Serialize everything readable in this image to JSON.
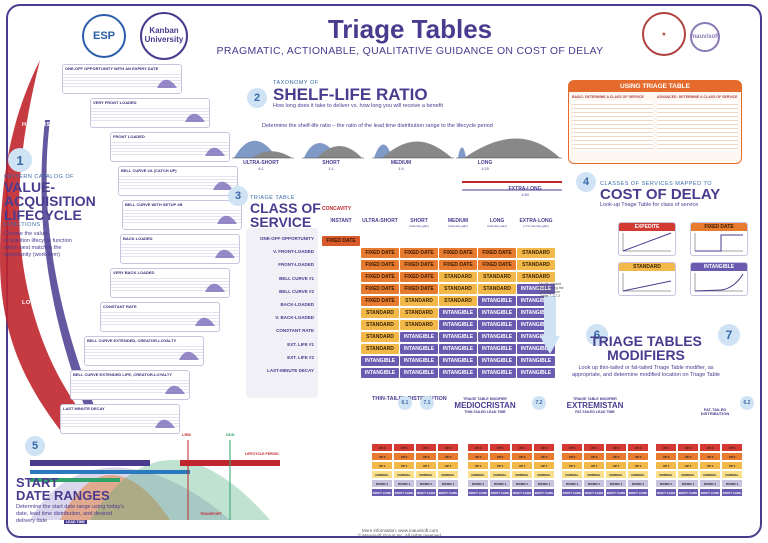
{
  "header": {
    "title": "Triage Tables",
    "subtitle": "PRAGMATIC, ACTIONABLE, QUALITATIVE GUIDANCE ON COST OF DELAY",
    "logo_esp": "ESP",
    "logo_kanban_line1": "Kanban",
    "logo_kanban_line2": "University",
    "logo_mauvi": "mauvisoft"
  },
  "section1": {
    "number": "1",
    "label": "PATTERN CATALOG OF",
    "title_line1": "VALUE-",
    "title_line2": "ACQUISITION",
    "title_line3": "LIFECYCLE",
    "title_sub": "FUNCTIONS",
    "desc": "Choose the value-acquisition lifecycle function which best matches the opportunity (work item)",
    "high_risk": "HIGH RISK",
    "low_risk": "LOW RISK",
    "patterns": [
      {
        "title": "ONE-OFF OPPORTUNITY WITH AN EXPIRY DATE"
      },
      {
        "title": "VERY FRONT LOADED"
      },
      {
        "title": "FRONT LOADED"
      },
      {
        "title": "BELL CURVE #A (CATCH UP)"
      },
      {
        "title": "BELL CURVE WITH SETUP #B"
      },
      {
        "title": "BACK LOADED"
      },
      {
        "title": "VERY BACK LOADED"
      },
      {
        "title": "CONSTANT RATE"
      },
      {
        "title": "BELL CURVE EXTENDED, CREATOR-LOYALTY"
      },
      {
        "title": "BELL CURVE EXTENDED LIFE, CREATOR-LOYALTY"
      },
      {
        "title": "LAST MINUTE DECAY"
      }
    ]
  },
  "section2": {
    "number": "2",
    "label": "TAXONOMY OF",
    "title": "SHELF-LIFE RATIO",
    "desc": "How long does it take to deliver vs. how long you will receive a benefit",
    "instruction": "Determine the shelf-life ratio – the ratio of the lead time distribution range to the lifecycle period",
    "ratios": [
      {
        "name": "ULTRA-SHORT",
        "value": "4:1"
      },
      {
        "name": "SHORT",
        "value": "1:1"
      },
      {
        "name": "MEDIUM",
        "value": "1:4"
      },
      {
        "name": "LONG",
        "value": "1:25"
      },
      {
        "name": "EXTRA-LONG",
        "value": "1:50"
      }
    ]
  },
  "section3": {
    "number": "3",
    "label": "TRIAGE TABLE",
    "title_line1": "CLASS OF",
    "title_line2": "SERVICE",
    "items": [
      "ONE-OFF OPPORTUNITY",
      "V. FRONT-LOADED",
      "FRONT-LOADED",
      "BELL CURVE #1",
      "BELL CURVE #2",
      "BACK-LOADED",
      "V. BACK-LOADED",
      "CONSTANT RATE",
      "EXT. LIFE #1",
      "EXT. LIFE #2",
      "LAST-MINUTE DECAY"
    ]
  },
  "grid": {
    "corner_label": "CONCAVITY",
    "headers": [
      "INSTANT",
      "ULTRA-SHORT",
      "SHORT",
      "MEDIUM",
      "LONG",
      "EXTRA-LONG"
    ],
    "header_notes": [
      "",
      "",
      "(Intensity gain)",
      "(Intensity gain)",
      "(Intensity gain)",
      "(>7X intensity gain)"
    ],
    "rows": [
      [
        "FIXED DATE",
        "",
        "",
        "",
        "",
        ""
      ],
      [
        "",
        "FIXED DATE",
        "FIXED DATE",
        "FIXED DATE",
        "FIXED DATE",
        "STANDARD"
      ],
      [
        "",
        "FIXED DATE",
        "FIXED DATE",
        "FIXED DATE",
        "FIXED DATE",
        "STANDARD"
      ],
      [
        "",
        "FIXED DATE",
        "FIXED DATE",
        "STANDARD",
        "STANDARD",
        "STANDARD"
      ],
      [
        "",
        "FIXED DATE",
        "FIXED DATE",
        "STANDARD",
        "STANDARD",
        "INTANGIBLE"
      ],
      [
        "",
        "FIXED DATE",
        "STANDARD",
        "STANDARD",
        "INTANGIBLE",
        "INTANGIBLE"
      ],
      [
        "",
        "STANDARD",
        "STANDARD",
        "INTANGIBLE",
        "INTANGIBLE",
        "INTANGIBLE"
      ],
      [
        "",
        "STANDARD",
        "STANDARD",
        "INTANGIBLE",
        "INTANGIBLE",
        "INTANGIBLE"
      ],
      [
        "",
        "STANDARD",
        "INTANGIBLE",
        "INTANGIBLE",
        "INTANGIBLE",
        "INTANGIBLE"
      ],
      [
        "",
        "STANDARD",
        "INTANGIBLE",
        "INTANGIBLE",
        "INTANGIBLE",
        "INTANGIBLE"
      ],
      [
        "",
        "INTANGIBLE",
        "INTANGIBLE",
        "INTANGIBLE",
        "INTANGIBLE",
        "INTANGIBLE"
      ],
      [
        "",
        "INTANGIBLE",
        "INTANGIBLE",
        "INTANGIBLE",
        "INTANGIBLE",
        "INTANGIBLE"
      ]
    ],
    "note": "Modify default position using the modifier from Table 7.1/7.2"
  },
  "using_table": {
    "title": "USING TRIAGE TABLE",
    "left_head": "BASIC: DETERMINE A CLASS OF SERVICE",
    "right_head": "ADVANCED: DETERMINE A CLASS OF SERVICE"
  },
  "section4": {
    "number": "4",
    "label": "CLASSES OF SERVICES MAPPED TO",
    "title": "COST OF DELAY",
    "desc": "Look-up Triage Table for class of service",
    "classes": [
      "EXPEDITE",
      "FIXED DATE",
      "STANDARD",
      "INTANGIBLE"
    ]
  },
  "section6": {
    "number": "6",
    "number7": "7",
    "title_line1": "TRIAGE TABLES",
    "title_line2": "MODIFIERS",
    "desc": "Look up thin-tailed or fat-tailed Triage Table modifier, as appropriate, and determine modified location on Triage Table"
  },
  "modifiers": {
    "m61_num": "6.1",
    "m61_title": "THIN-TAILED DISTRIBUTION",
    "m71_num": "7.1",
    "m71_label": "TRIAGE TABLE MODIFIER",
    "m71_title": "MEDIOCRISTAN",
    "m71_sub": "THIN-TAILED LEAD TIME",
    "m72_num": "7.2",
    "m72_label": "TRIAGE TABLE MODIFIER",
    "m72_title": "EXTREMISTAN",
    "m72_sub": "FAT-TAILED LEAD TIME",
    "m62_num": "6.2",
    "m62_title": "FAT-TAILED DISTRIBUTION",
    "col_labels": [
      "UP 3",
      "UP 2",
      "UP 1",
      "NORMAL",
      "DOWN 1",
      "DON'T CARE"
    ]
  },
  "section5": {
    "number": "5",
    "title_line1": "START",
    "title_line2": "DATE RANGES",
    "desc": "Determine the start date range using today's date, lead time distribution, and desired delivery date",
    "labels": [
      "LRM",
      "DDD",
      "LIFECYCLE PERIOD",
      "TRANSPORT",
      "LEAD TIME"
    ]
  },
  "footer": {
    "more": "More information: www.mauvisoft.com",
    "copyright": "© Mauvisoft Group Inc. All rights reserved."
  },
  "colors": {
    "brand": "#4a3b8f",
    "fixed": "#e77b2f",
    "standard": "#f3b84a",
    "intangible": "#6a5ab0",
    "expedite": "#d23a32"
  }
}
